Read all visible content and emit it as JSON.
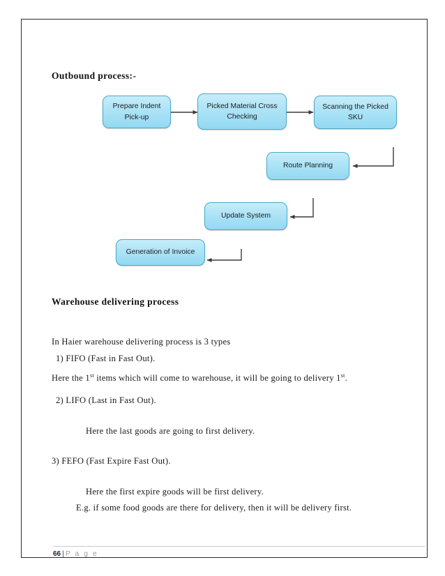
{
  "page": {
    "footer_page_number": "66",
    "footer_separator": "|",
    "footer_label": "P a g e"
  },
  "sections": {
    "outbound_heading": "Outbound process:-",
    "warehouse_heading": "Warehouse delivering process"
  },
  "flowchart": {
    "title": "Outbound process",
    "box_fill_top": "#c7edfa",
    "box_fill_bottom": "#93d9f2",
    "box_border": "#4aa8c6",
    "connector_color": "#3a3a3a",
    "nodes": [
      {
        "id": "prepare-indent-pickup",
        "label": "Prepare Indent Pick-up"
      },
      {
        "id": "picked-material-cross-checking",
        "label": "Picked Material Cross Checking"
      },
      {
        "id": "scanning-the-picked-sku",
        "label": "Scanning the Picked SKU"
      },
      {
        "id": "route-planning",
        "label": "Route Planning"
      },
      {
        "id": "update-system",
        "label": "Update System"
      },
      {
        "id": "generation-of-invoice",
        "label": "Generation of Invoice"
      }
    ],
    "edges": [
      {
        "from": "prepare-indent-pickup",
        "to": "picked-material-cross-checking"
      },
      {
        "from": "picked-material-cross-checking",
        "to": "scanning-the-picked-sku"
      },
      {
        "from": "scanning-the-picked-sku",
        "to": "route-planning"
      },
      {
        "from": "route-planning",
        "to": "update-system"
      },
      {
        "from": "update-system",
        "to": "generation-of-invoice"
      }
    ]
  },
  "body": {
    "intro": "In Haier warehouse delivering process is 3 types",
    "item1": "1)  FIFO (Fast in Fast Out).",
    "item1_detail_a": "Here the 1",
    "item1_detail_sup1": "st",
    "item1_detail_b": " items which will come to warehouse, it will be going to delivery 1",
    "item1_detail_sup2": "st",
    "item1_detail_c": ".",
    "item2": "2)  LIFO (Last in Fast Out).",
    "item2_detail": "Here the last goods are going to first delivery.",
    "item3": "3)  FEFO (Fast Expire Fast Out).",
    "item3_detail": "Here the first expire goods will be first delivery.",
    "item3_example": "E.g. if some food goods are there for delivery,  then it will be delivery  first."
  }
}
